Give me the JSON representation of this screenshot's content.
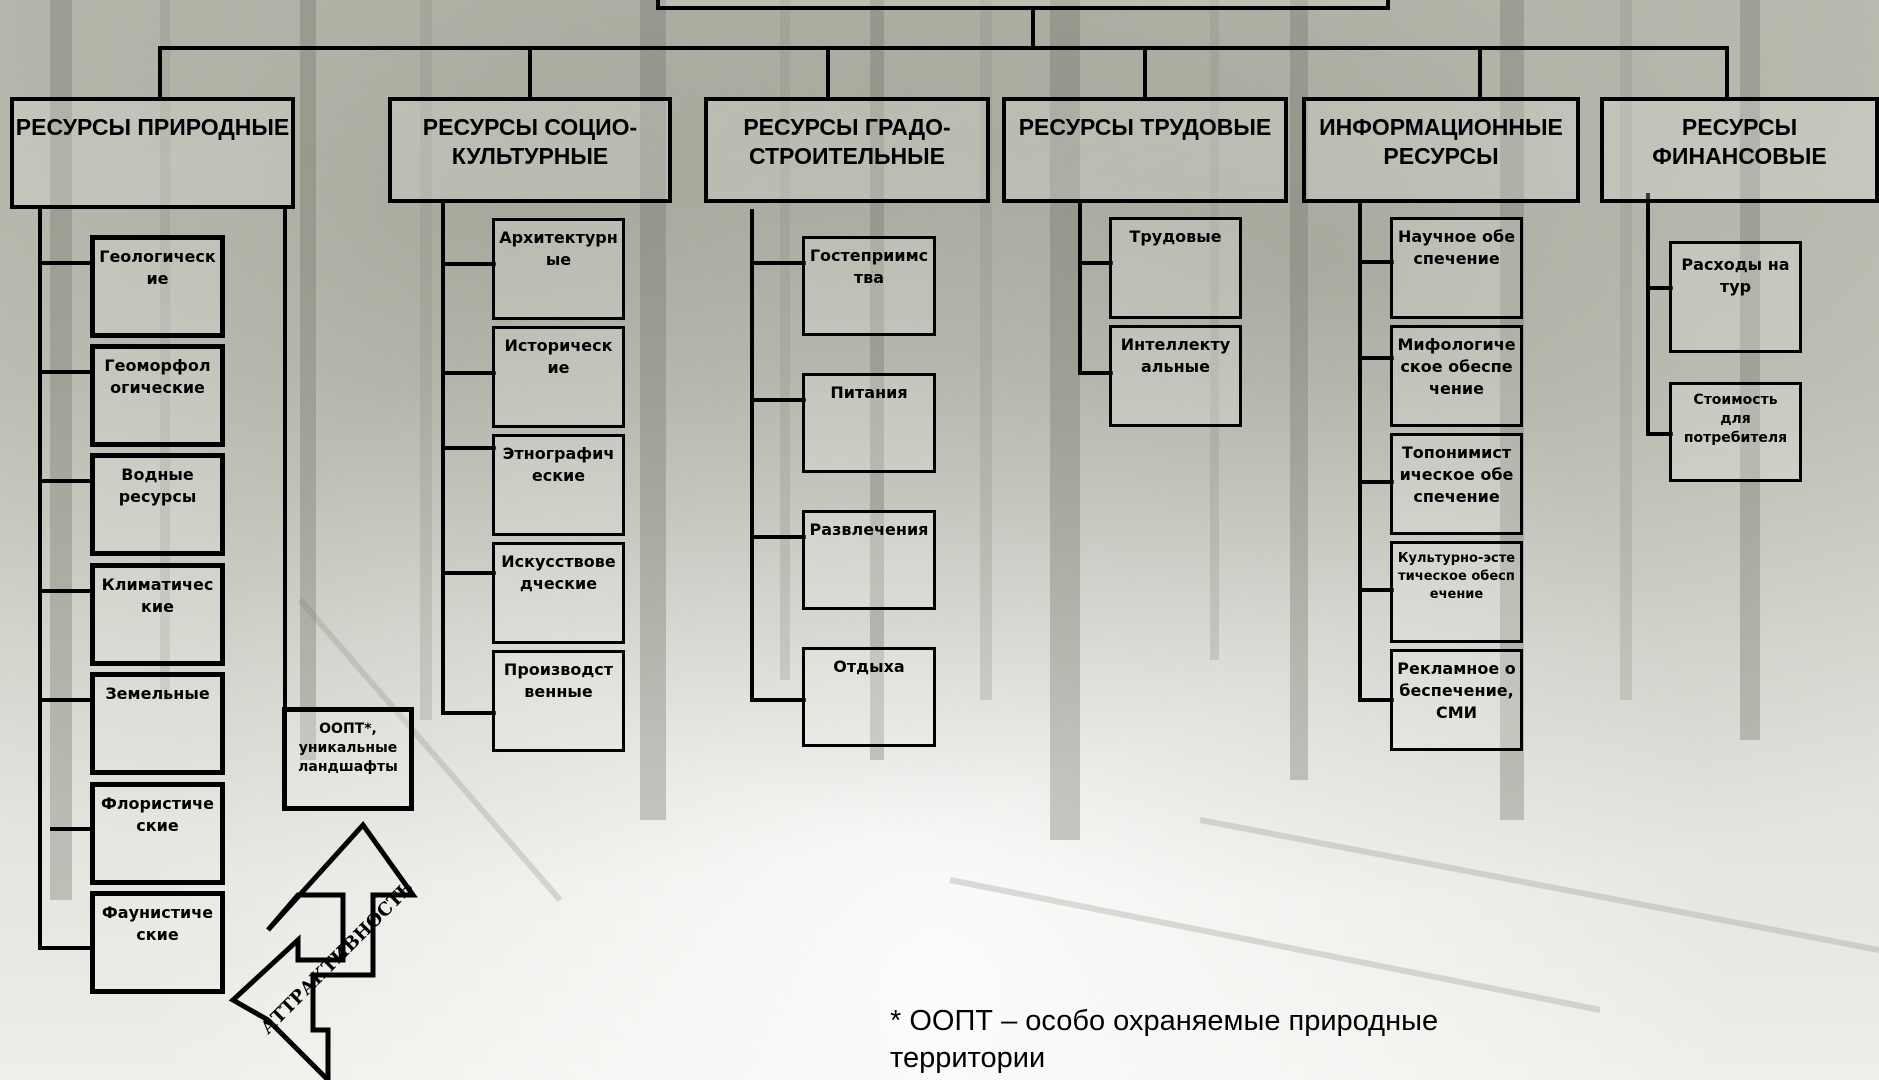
{
  "categories": [
    {
      "id": "natural",
      "title": "РЕСУРСЫ ПРИРОДНЫЕ",
      "items": [
        "Геологические",
        "Геоморфологические",
        "Водные ресурсы",
        "Климатические",
        "Земельные",
        "Флористические",
        "Фаунистические"
      ]
    },
    {
      "id": "sociocultural",
      "title": "РЕСУРСЫ СОЦИО-КУЛЬТУРНЫЕ",
      "items": [
        "Архитектурные",
        "Исторические",
        "Этнографические",
        "Искусствоведческие",
        "Производственные"
      ]
    },
    {
      "id": "urban",
      "title": "РЕСУРСЫ ГРАДО-СТРОИТЕЛЬНЫЕ",
      "items": [
        "Гостеприимства",
        "Питания",
        "Развлечения",
        "Отдыха"
      ]
    },
    {
      "id": "labor",
      "title": "РЕСУРСЫ ТРУДОВЫЕ",
      "items": [
        "Трудовые",
        "Интеллектуальные"
      ]
    },
    {
      "id": "info",
      "title": "ИНФОРМАЦИОННЫЕ РЕСУРСЫ",
      "items": [
        "Научное обеспечение",
        "Мифологическое обеспечение",
        "Топонимистическое обеспечение",
        "Культурно-эстетическое обеспечение",
        "Рекламное обеспечение, СМИ"
      ]
    },
    {
      "id": "finance",
      "title": "РЕСУРСЫ ФИНАНСОВЫЕ",
      "items": [
        "Расходы на тур",
        "Стоимость для потребителя"
      ]
    }
  ],
  "oopt_box": "ООПТ*, уникальные ландшафты",
  "arrow_label": "АТТРАКТИВНОСТЬ",
  "footnote": "* ООПТ – особо охраняемые природные территории",
  "colors": {
    "line": "#000000",
    "background": "#d4d6cc"
  }
}
